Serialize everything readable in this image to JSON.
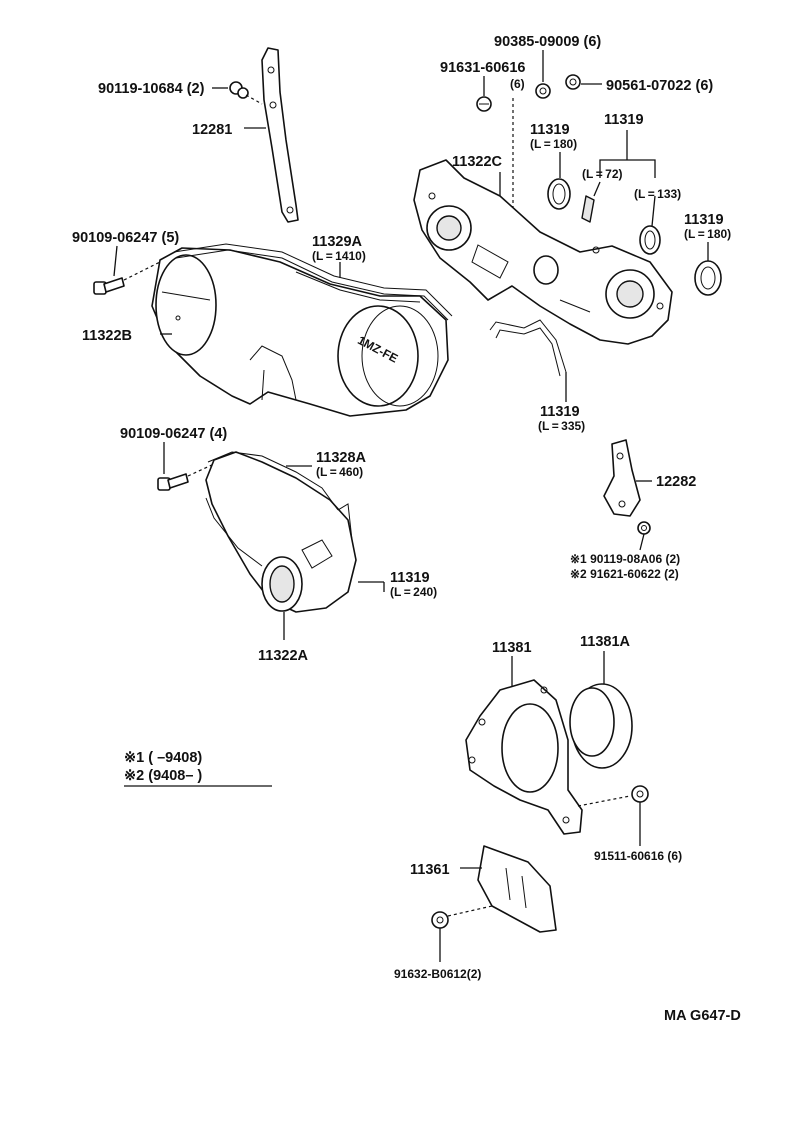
{
  "labels": {
    "p90385": "90385-09009 (6)",
    "p91631": "91631-60616",
    "p91631q": "(6)",
    "p90119a": "90119-10684 (2)",
    "p90561": "90561-07022 (6)",
    "p12281": "12281",
    "p11319a": "11319",
    "p11319a_l": "(L = 180)",
    "p11319grp": "11319",
    "p11322c": "11322C",
    "pL72": "(L = 72)",
    "pL133": "(L = 133)",
    "p11319b": "11319",
    "p11319b_l": "(L = 180)",
    "p90109a": "90109-06247 (5)",
    "p11329a": "11329A",
    "p11329a_l": "(L = 1410)",
    "p11322b": "11322B",
    "p11319c": "11319",
    "p11319c_l": "(L = 335)",
    "p90109b": "90109-06247 (4)",
    "p11328a": "11328A",
    "p11328a_l": "(L = 460)",
    "p12282": "12282",
    "pstar1": "※1 90119-08A06 (2)",
    "pstar2": "※2 91621-60622 (2)",
    "p11319d": "11319",
    "p11319d_l": "(L = 240)",
    "p11322a": "11322A",
    "p11381": "11381",
    "p11381a": "11381A",
    "legend1": "※1 (        –9408)",
    "legend2": "※2 (9408–        )",
    "p11361": "11361",
    "p91511": "91511-60616 (6)",
    "p91632": "91632-B0612(2)",
    "ref": "MA  G647-D",
    "cover_mark": "1MZ-FE"
  }
}
